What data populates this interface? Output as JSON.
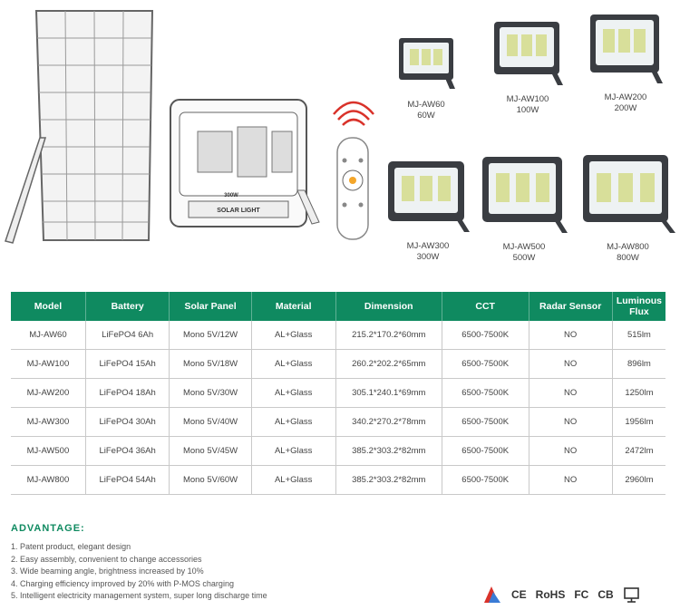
{
  "models": [
    {
      "name": "MJ-AW60",
      "power": "60W"
    },
    {
      "name": "MJ-AW100",
      "power": "100W"
    },
    {
      "name": "MJ-AW200",
      "power": "200W"
    },
    {
      "name": "MJ-AW300",
      "power": "300W"
    },
    {
      "name": "MJ-AW500",
      "power": "500W"
    },
    {
      "name": "MJ-AW800",
      "power": "800W"
    }
  ],
  "hero": {
    "lamp_label": "SOLAR LIGHT",
    "lamp_power": "300W"
  },
  "table": {
    "headers": [
      "Model",
      "Battery",
      "Solar Panel",
      "Material",
      "Dimension",
      "CCT",
      "Radar Sensor",
      "Luminous Flux"
    ],
    "rows": [
      [
        "MJ-AW60",
        "LiFePO4 6Ah",
        "Mono 5V/12W",
        "AL+Glass",
        "215.2*170.2*60mm",
        "6500-7500K",
        "NO",
        "515lm"
      ],
      [
        "MJ-AW100",
        "LiFePO4 15Ah",
        "Mono 5V/18W",
        "AL+Glass",
        "260.2*202.2*65mm",
        "6500-7500K",
        "NO",
        "896lm"
      ],
      [
        "MJ-AW200",
        "LiFePO4 18Ah",
        "Mono 5V/30W",
        "AL+Glass",
        "305.1*240.1*69mm",
        "6500-7500K",
        "NO",
        "1250lm"
      ],
      [
        "MJ-AW300",
        "LiFePO4 30Ah",
        "Mono 5V/40W",
        "AL+Glass",
        "340.2*270.2*78mm",
        "6500-7500K",
        "NO",
        "1956lm"
      ],
      [
        "MJ-AW500",
        "LiFePO4 36Ah",
        "Mono 5V/45W",
        "AL+Glass",
        "385.2*303.2*82mm",
        "6500-7500K",
        "NO",
        "2472lm"
      ],
      [
        "MJ-AW800",
        "LiFePO4 54Ah",
        "Mono 5V/60W",
        "AL+Glass",
        "385.2*303.2*82mm",
        "6500-7500K",
        "NO",
        "2960lm"
      ]
    ]
  },
  "advantage": {
    "title": "ADVANTAGE:",
    "items": [
      "1. Patent product, elegant design",
      "2. Easy assembly, convenient to change accessories",
      "3. Wide beaming angle, brightness increased by 10%",
      "4. Charging efficiency improved by 20% with P-MOS charging",
      "5. Intelligent electricity management system, super long discharge time"
    ]
  },
  "certifications": {
    "ce": "CE",
    "rohs": "RoHS",
    "fc": "FC",
    "cb": "CB"
  },
  "colors": {
    "header_green": "#0f8a60",
    "lamp_body": "#3a3d42",
    "remote_red": "#d9322a"
  }
}
